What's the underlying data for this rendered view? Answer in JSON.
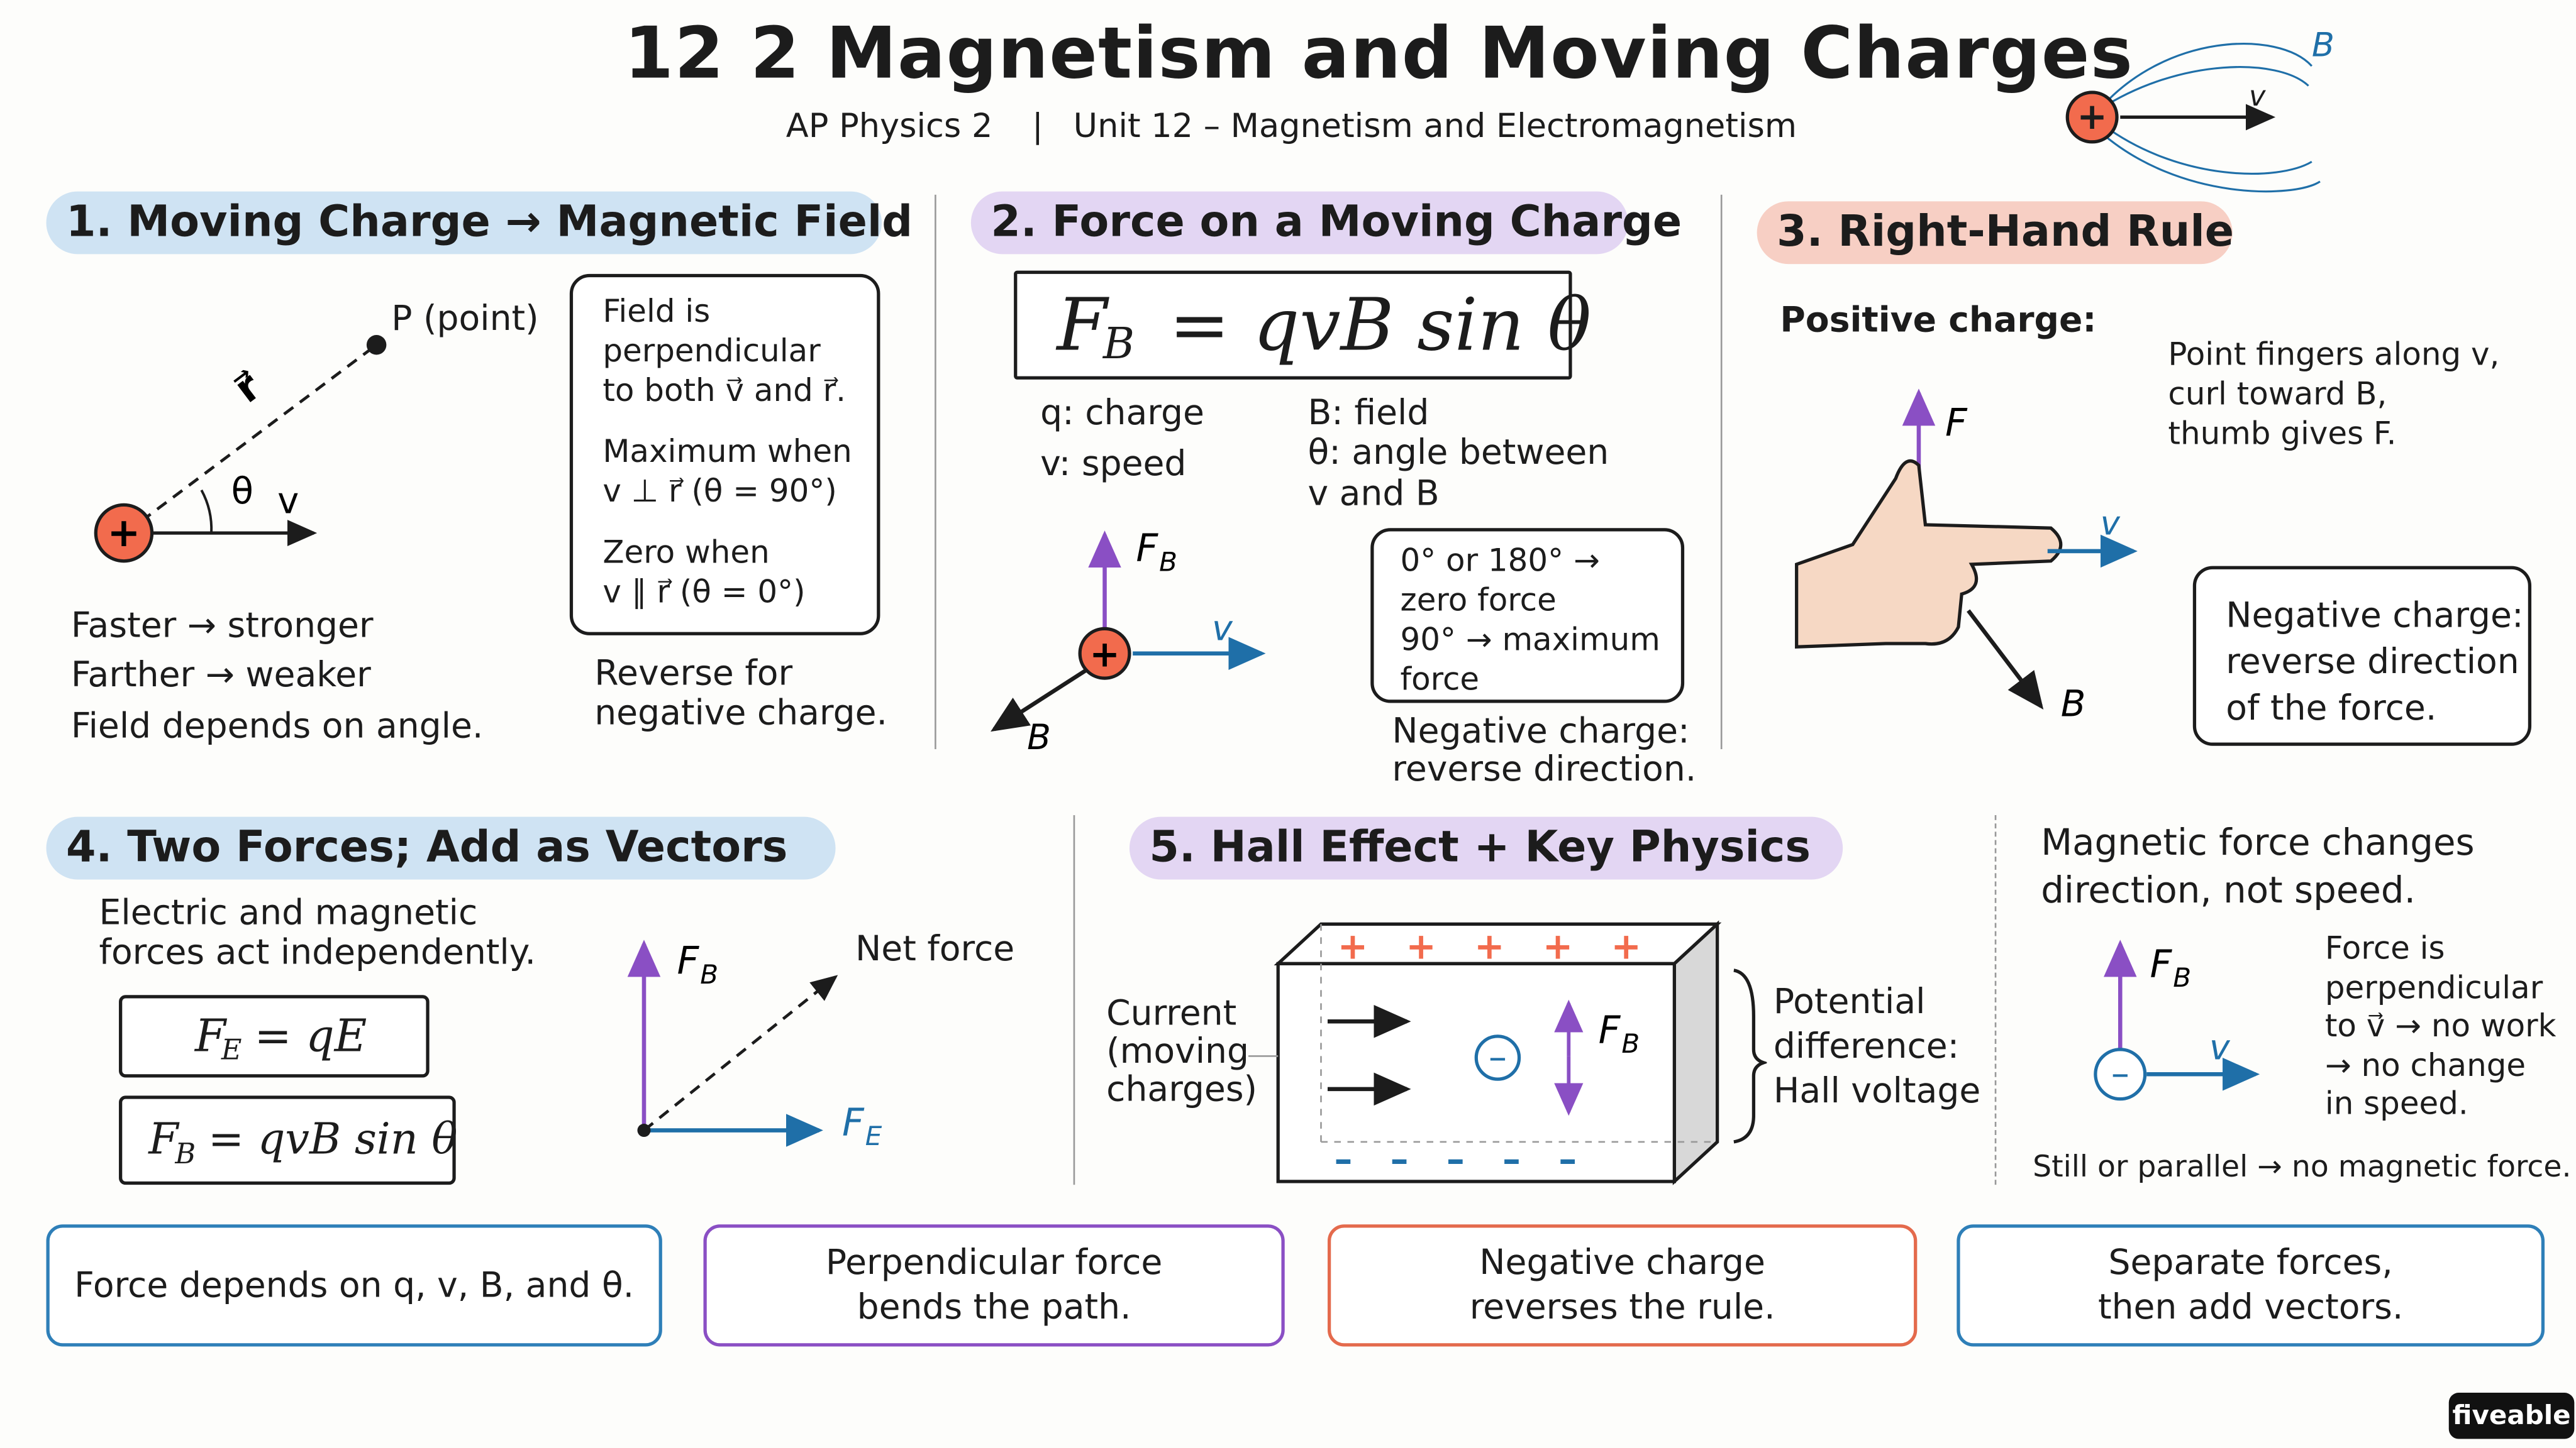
{
  "header": {
    "title": "12 2 Magnetism and Moving Charges",
    "subtitle_course": "AP Physics 2",
    "subtitle_sep": "|",
    "subtitle_unit": "Unit 12 – Magnetism and Electromagnetism",
    "logo_label_B": "B",
    "logo_label_v": "v"
  },
  "s1": {
    "heading": "1.  Moving Charge → Magnetic Field",
    "point_label": "P (point)",
    "r_label": "r⃗",
    "theta_label": "θ",
    "v_label": "v",
    "charge_sign": "+",
    "box_l1": "Field is\nperpendicular\nto both v⃗ and r⃗.",
    "box_l2": "Maximum when\nv ⊥ r⃗  (θ = 90°)",
    "box_l3": "Zero when\nv ∥ r⃗  (θ = 0°)",
    "note1": "Faster → stronger",
    "note2": "Farther → weaker",
    "note3": "Field depends on angle.",
    "reverse": "Reverse for\nnegative charge."
  },
  "s2": {
    "heading": "2.  Force on a Moving Charge",
    "formula": "F_B = qvB sin θ",
    "formula_F": "F",
    "formula_sub": "B",
    "formula_rest": "= qvB sin θ",
    "q_def": "q: charge",
    "v_def": "v: speed",
    "B_def": "B: field",
    "theta_def": "θ: angle between\n   v and B",
    "diag_F": "F",
    "diag_F_sub": "B",
    "diag_v": "v",
    "diag_B": "B",
    "charge_sign": "+",
    "box_text": "0° or 180° →\nzero force\n90° → maximum\n        force",
    "neg_note": "Negative charge:\nreverse direction."
  },
  "s3": {
    "heading": "3.  Right-Hand Rule",
    "positive": "Positive charge:",
    "instructions": "Point fingers along v,\ncurl toward B,\nthumb gives F.",
    "label_F": "F",
    "label_v": "v",
    "label_B": "B",
    "neg_box": "Negative charge:\nreverse direction\nof the force."
  },
  "s4": {
    "heading": "4.  Two Forces; Add as Vectors",
    "intro": "Electric and magnetic\nforces act independently.",
    "fe_F": "F",
    "fe_sub": "E",
    "fe_rest": "= qE",
    "fb_F": "F",
    "fb_sub": "B",
    "fb_rest": "= qvB sin θ",
    "diag_FB": "F",
    "diag_FB_sub": "B",
    "diag_FE": "F",
    "diag_FE_sub": "E",
    "net": "Net force"
  },
  "s5": {
    "heading": "5.  Hall Effect + Key Physics",
    "current": "Current\n(moving\ncharges)",
    "potential": "Potential\ndifference:\nHall voltage",
    "diag_F": "F",
    "diag_F_sub": "B",
    "plus_signs": "+   +   +   +   +",
    "minus_signs": "–   –   –   –   –",
    "charge_sign": "–"
  },
  "s6": {
    "heading": "Magnetic force changes\ndirection, not speed.",
    "diag_F": "F",
    "diag_F_sub": "B",
    "diag_v": "v",
    "charge_sign": "–",
    "side": "Force is\nperpendicular\nto v⃗ → no work\n→ no change\nin speed.",
    "still": "Still or parallel → no magnetic force."
  },
  "cards": [
    {
      "text": "Force depends on q, v, B, and θ.",
      "color": "#2e7fb8"
    },
    {
      "text": "Perpendicular force\nbends the path.",
      "color": "#8a4fc4"
    },
    {
      "text": "Negative charge\nreverses the rule.",
      "color": "#e46a4c"
    },
    {
      "text": "Separate forces,\nthen add vectors.",
      "color": "#2e7fb8"
    }
  ],
  "footer": {
    "logo": "fiveable"
  },
  "colors": {
    "blue": "#1f6fa8",
    "purple": "#8a4fc4",
    "red": "#f26b4d",
    "dark": "#1c1c1c"
  }
}
